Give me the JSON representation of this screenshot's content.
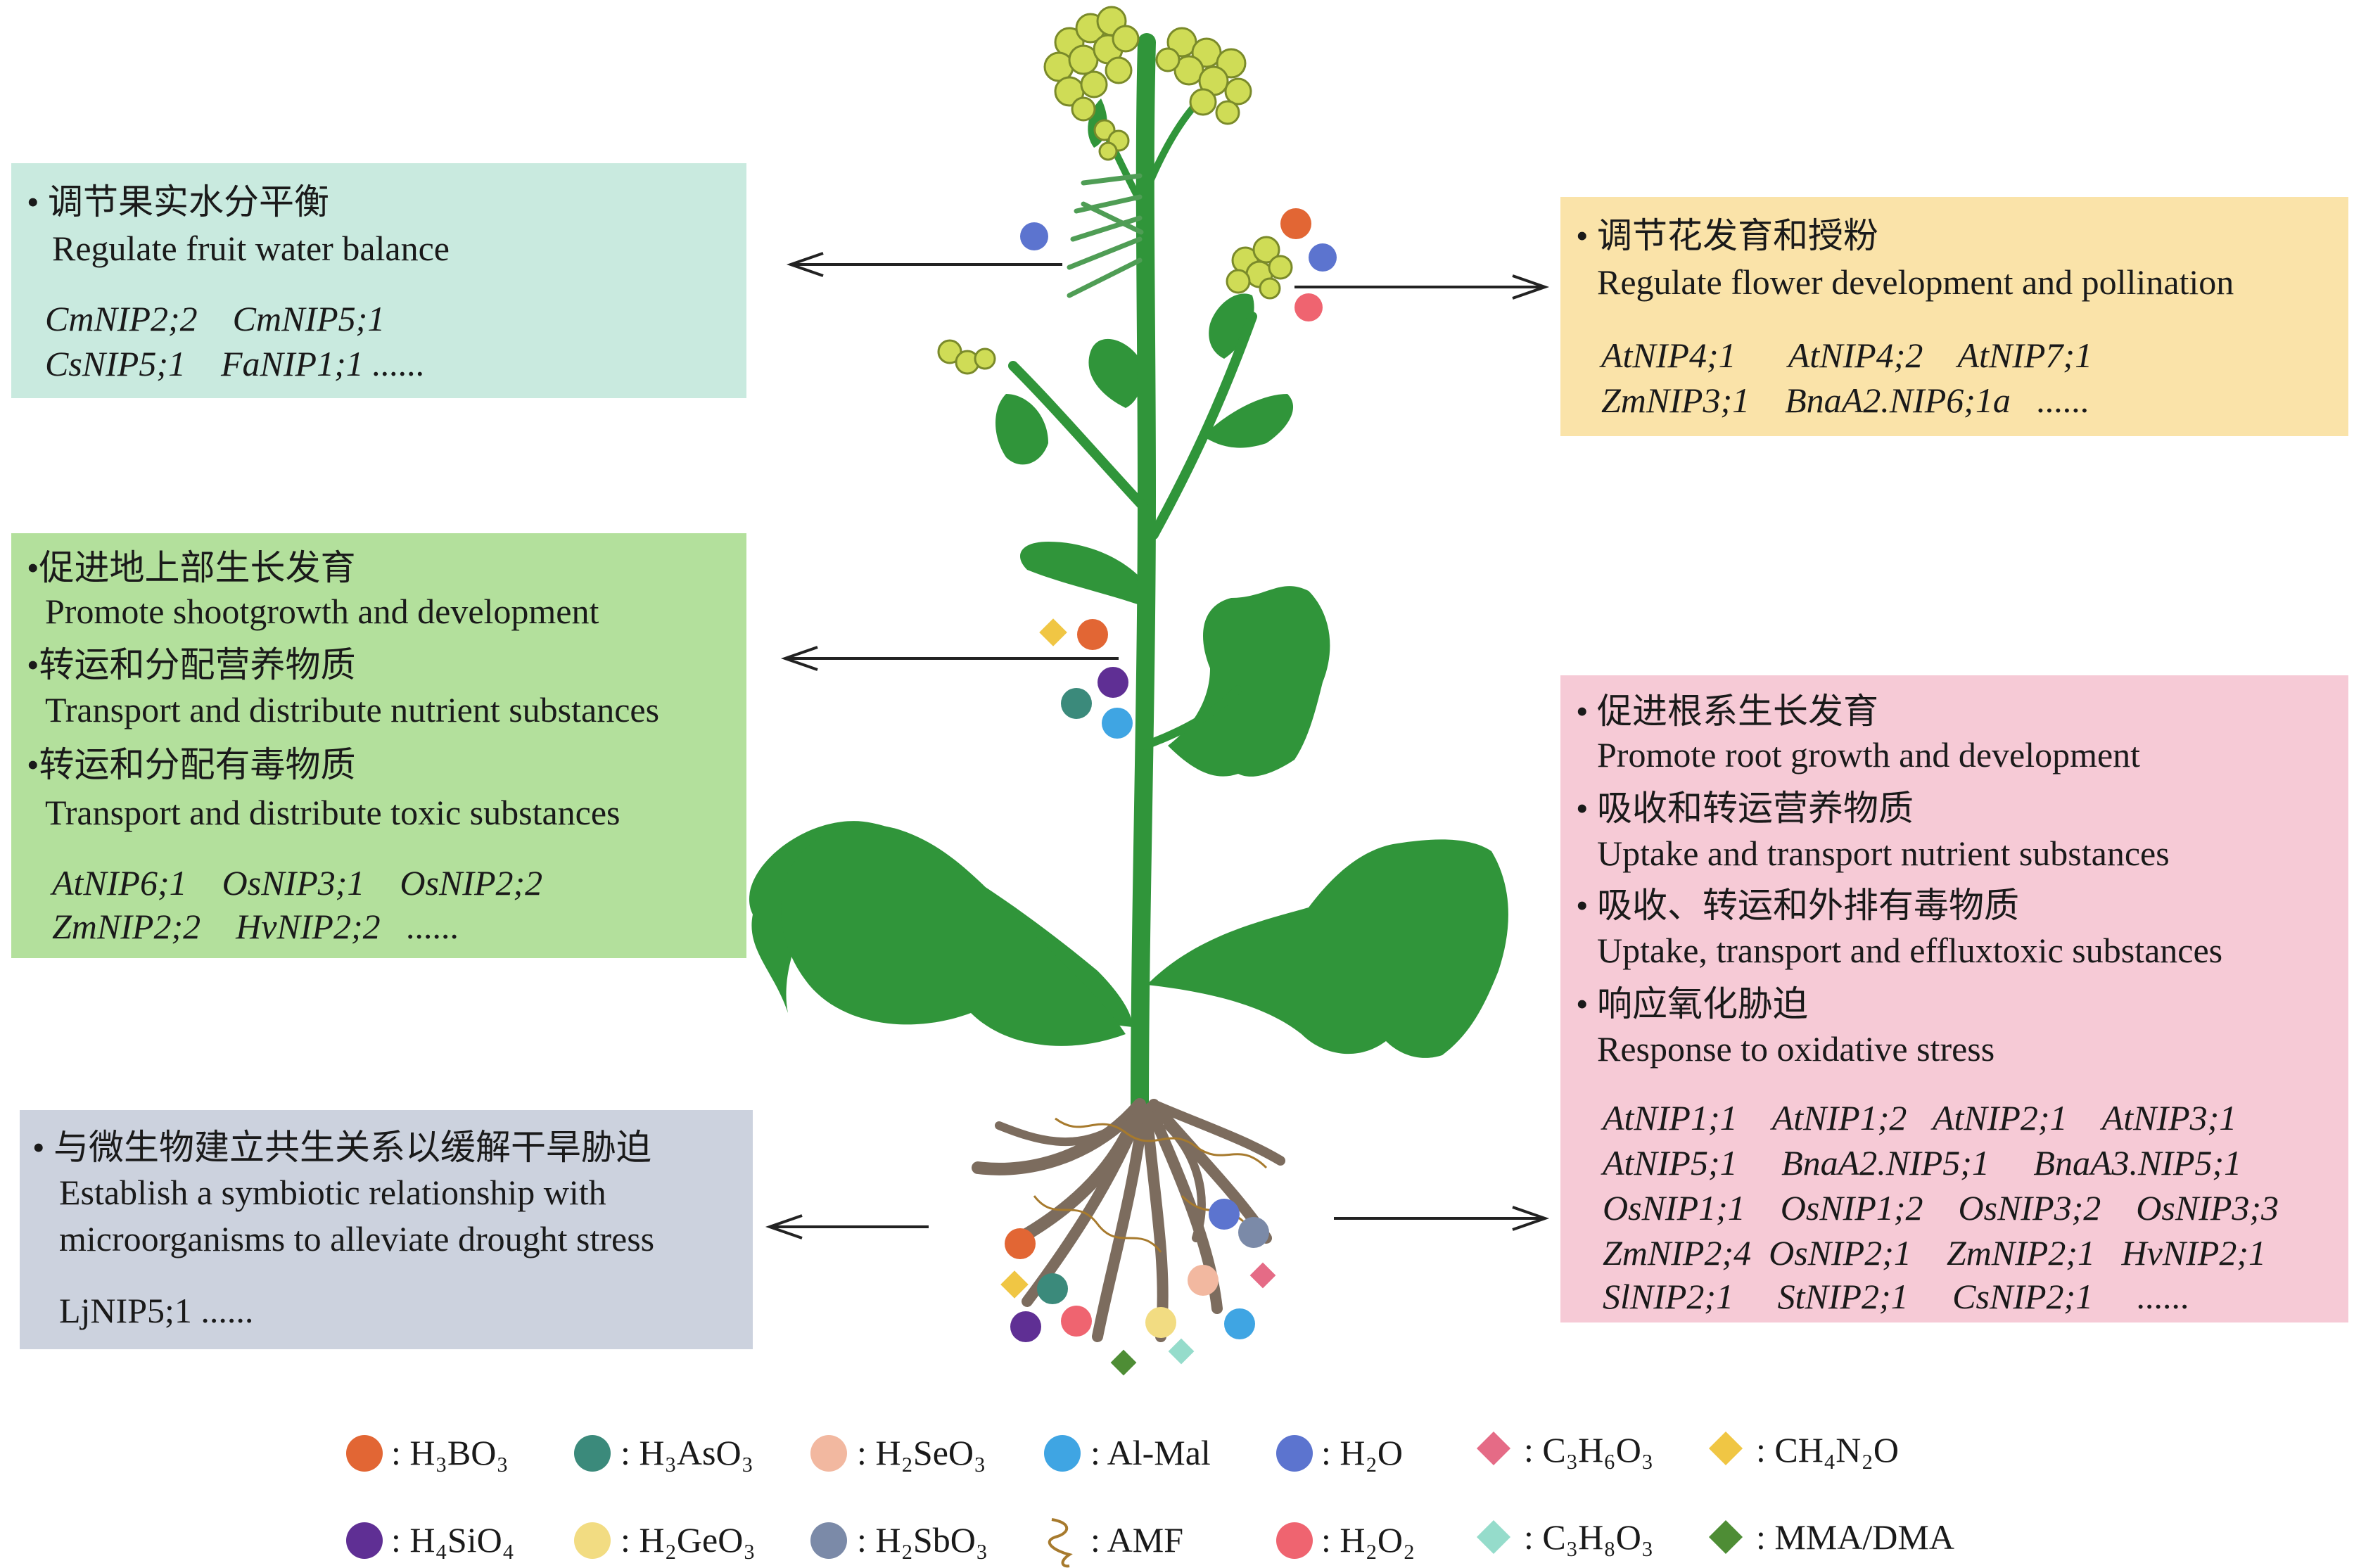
{
  "colors": {
    "fruit_box": "#c9eadf",
    "flower_box": "#fae3a9",
    "shoot_box": "#b3e09c",
    "root_box": "#f6cad6",
    "symbiosis_box": "#ccd2de",
    "plant_green": "#30953a",
    "root_brown": "#7c6c5e",
    "flower_yellow": "#cfdc56",
    "H3BO3": "#e26634",
    "H3AsO3": "#3b8a7b",
    "H2SeO3": "#f2b8a0",
    "Al_Mal": "#3fa5e3",
    "H2O": "#5c74cf",
    "C3H6O3": "#e56b86",
    "CH4N2O": "#f0c644",
    "H4SiO4": "#5f2f94",
    "H2GeO3": "#f2dc82",
    "H2SbO3": "#7b8aa8",
    "AMF": "#a77a2d",
    "H2O2": "#ef6470",
    "C3H8O3": "#95dccb",
    "MMA_DMA": "#4e8d35"
  },
  "fruit": {
    "title": "• 调节果实水分平衡",
    "subtitle": "Regulate fruit water balance",
    "genes": [
      "CmNIP2;2    CmNIP5;1",
      "CsNIP5;1    FaNIP1;1 ......"
    ]
  },
  "flower": {
    "title": "• 调节花发育和授粉",
    "subtitle": "Regulate flower development and pollination",
    "genes": [
      "AtNIP4;1      AtNIP4;2    AtNIP7;1",
      "ZmNIP3;1    BnaA2.NIP6;1a   ......"
    ]
  },
  "shoot": {
    "items": [
      {
        "zh": "•促进地上部生长发育",
        "en": "Promote shootgrowth and development"
      },
      {
        "zh": "•转运和分配营养物质",
        "en": "Transport and distribute nutrient substances"
      },
      {
        "zh": "•转运和分配有毒物质",
        "en": "Transport and distribute toxic substances"
      }
    ],
    "genes": [
      "AtNIP6;1    OsNIP3;1    OsNIP2;2",
      "ZmNIP2;2    HvNIP2;2   ......"
    ]
  },
  "root": {
    "items": [
      {
        "zh": "• 促进根系生长发育",
        "en": "Promote root growth and development"
      },
      {
        "zh": "• 吸收和转运营养物质",
        "en": "Uptake and transport nutrient substances"
      },
      {
        "zh": "• 吸收、转运和外排有毒物质",
        "en": "Uptake, transport and effluxtoxic substances"
      },
      {
        "zh": "• 响应氧化胁迫",
        "en": "Response to oxidative stress"
      }
    ],
    "genes": [
      "AtNIP1;1    AtNIP1;2   AtNIP2;1    AtNIP3;1",
      "AtNIP5;1     BnaA2.NIP5;1     BnaA3.NIP5;1",
      "OsNIP1;1    OsNIP1;2    OsNIP3;2    OsNIP3;3",
      "ZmNIP2;4  OsNIP2;1    ZmNIP2;1   HvNIP2;1",
      "SlNIP2;1     StNIP2;1     CsNIP2;1     ......"
    ]
  },
  "symbiosis": {
    "title": "• 与微生物建立共生关系以缓解干旱胁迫",
    "lines": [
      "Establish a symbiotic relationship with",
      "microorganisms to alleviate drought stress"
    ],
    "genes": "LjNIP5;1 ......"
  },
  "legend": {
    "H3BO3": ": H₃BO₃",
    "H3AsO3": ": H₃AsO₃",
    "H2SeO3": ": H₂SeO₃",
    "Al_Mal": ": Al-Mal",
    "H2O": ": H₂O",
    "C3H6O3": ": C₃H₆O₃",
    "CH4N2O": ": CH₄N₂O",
    "H4SiO4": ": H₄SiO₄",
    "H2GeO3": ": H₂GeO₃",
    "H2SbO3": ": H₂SbO₃",
    "AMF": ": AMF",
    "H2O2": ": H₂O₂",
    "C3H8O3": ": C₃H₈O₃",
    "MMA_DMA": ": MMA/DMA"
  }
}
